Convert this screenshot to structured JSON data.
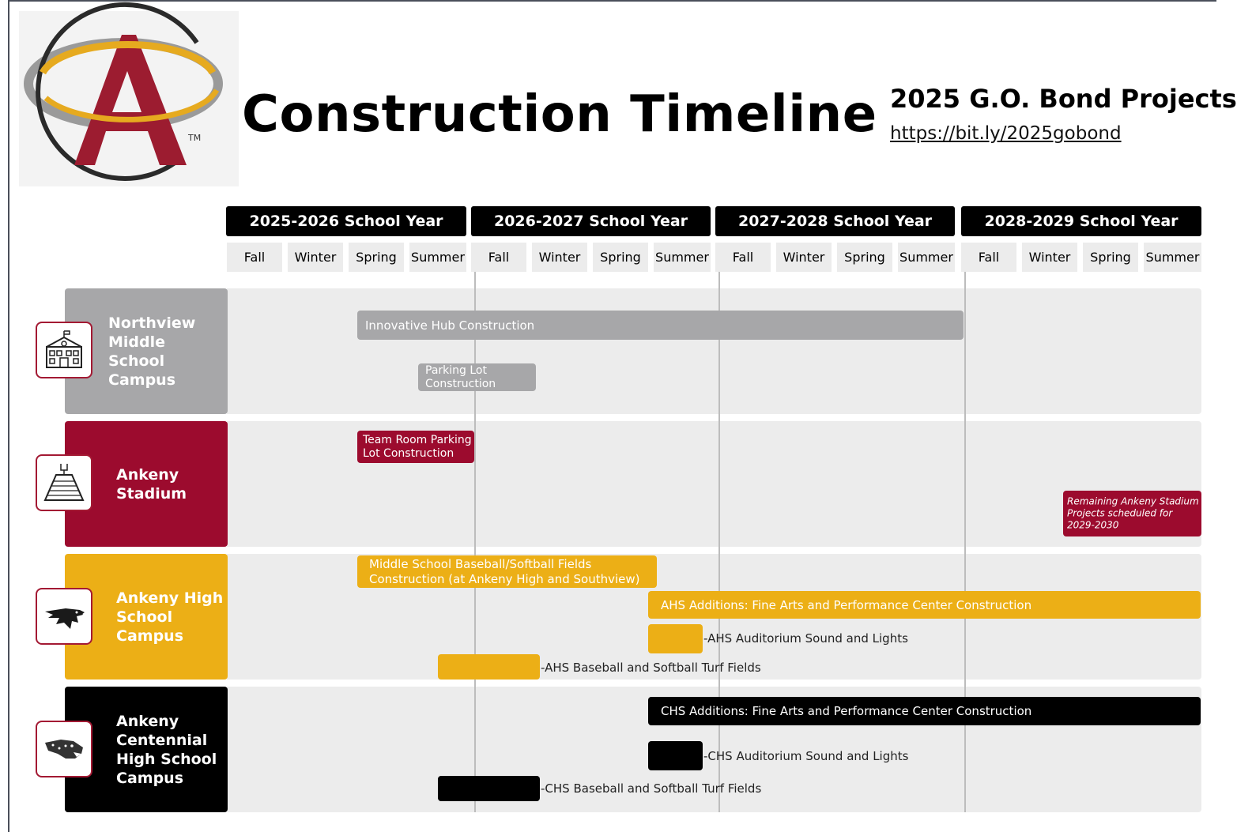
{
  "header": {
    "title": "Construction Timeline",
    "subtitle": "2025 G.O. Bond Projects",
    "link": "https://bit.ly/2025gobond",
    "logo_mark": "TM"
  },
  "school_years": [
    "2025-2026 School Year",
    "2026-2027 School Year",
    "2027-2028 School Year",
    "2028-2029 School Year"
  ],
  "seasons": [
    "Fall",
    "Winter",
    "Spring",
    "Summer",
    "Fall",
    "Winter",
    "Spring",
    "Summer",
    "Fall",
    "Winter",
    "Spring",
    "Summer",
    "Fall",
    "Winter",
    "Spring",
    "Summer"
  ],
  "colors": {
    "northview": "#a7a7a9",
    "stadium": "#9c0b2e",
    "ankeny_high": "#ecaf16",
    "centennial": "#000000",
    "icon_border": "#a31933"
  },
  "rows": [
    {
      "label": "Northview Middle School Campus",
      "label_lines": [
        "Northview",
        "Middle",
        "School",
        "Campus"
      ],
      "icon": "school-building-icon",
      "bars": [
        {
          "label": "Innovative Hub Construction",
          "start": "Spring 2025-2026",
          "end": "Fall 2028-2029"
        },
        {
          "label": "Parking Lot Construction",
          "start": "Summer 2025-2026",
          "end": "Summer 2025-2026"
        }
      ]
    },
    {
      "label": "Ankeny Stadium",
      "label_lines": [
        "Ankeny",
        "Stadium"
      ],
      "icon": "stadium-icon",
      "bars": [
        {
          "label": "Team Room Parking Lot Construction",
          "start": "Spring 2025-2026",
          "end": "Summer 2025-2026"
        },
        {
          "label": "Remaining Ankeny Stadium Projects scheduled for 2029-2030",
          "start": "Spring 2028-2029",
          "end": "Summer 2028-2029"
        }
      ]
    },
    {
      "label": "Ankeny High School Campus",
      "label_lines": [
        "Ankeny High",
        "School",
        "Campus"
      ],
      "icon": "hawk-mascot-icon",
      "bars": [
        {
          "label": "Middle School Baseball/Softball Fields Construction (at Ankeny High and Southview)",
          "start": "Spring 2025-2026",
          "end": "Summer 2026-2027"
        },
        {
          "label": "AHS Additions: Fine Arts and Performance Center Construction",
          "start": "Summer 2026-2027",
          "end": "Summer 2028-2029"
        },
        {
          "label": "AHS Auditorium Sound and Lights",
          "start": "Summer 2026-2027",
          "end": "Summer 2026-2027"
        },
        {
          "label": "AHS Baseball and Softball Turf Fields",
          "start": "Spring 2025-2026",
          "end": "Fall 2026-2027"
        }
      ]
    },
    {
      "label": "Ankeny Centennial High School Campus",
      "label_lines": [
        "Ankeny",
        "Centennial",
        "High School",
        "Campus"
      ],
      "icon": "jaguar-mascot-icon",
      "bars": [
        {
          "label": "CHS Additions: Fine Arts and Performance Center Construction",
          "start": "Summer 2026-2027",
          "end": "Summer 2028-2029"
        },
        {
          "label": "CHS Auditorium Sound and Lights",
          "start": "Summer 2026-2027",
          "end": "Summer 2026-2027"
        },
        {
          "label": "CHS Baseball and Softball Turf Fields",
          "start": "Spring 2025-2026",
          "end": "Fall 2026-2027"
        }
      ]
    }
  ]
}
